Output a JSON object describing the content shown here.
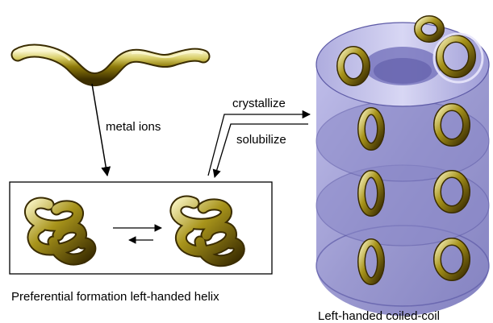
{
  "labels": {
    "metal_ions": "metal ions",
    "crystallize": "crystallize",
    "solubilize": "solubilize",
    "helix_caption": "Preferential formation left-handed helix",
    "coil_caption": "Left-handed coiled-coil"
  },
  "colors": {
    "tube_dark": "#4a3a00",
    "tube_mid": "#8f7b0a",
    "tube_light": "#e8e08a",
    "tube_highlight": "#fbf7d2",
    "disk_fill": "#8a88c8",
    "disk_edge": "#5d5aa6",
    "disk_light": "#c9c8ee",
    "box_stroke": "#000000",
    "arrow": "#000000"
  },
  "icons": {
    "strand": "linear-ligand-strand",
    "helix": "left-handed-helix",
    "stack": "coiled-coil-stack"
  }
}
